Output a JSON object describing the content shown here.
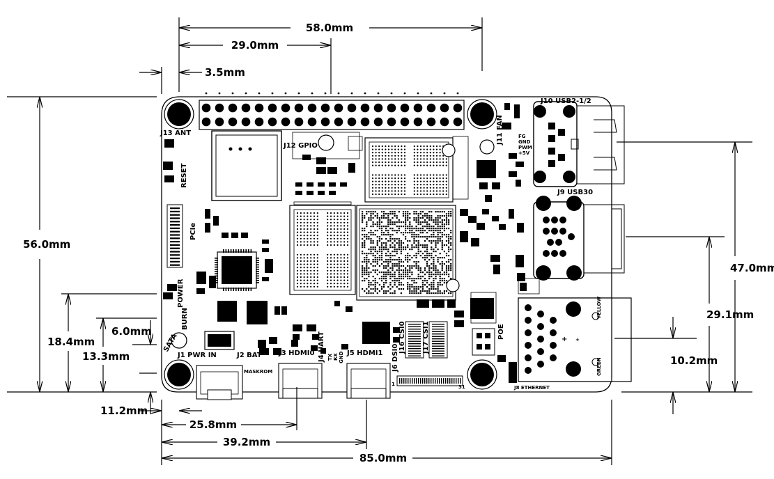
{
  "dimensions": {
    "top_58": "58.0mm",
    "top_29": "29.0mm",
    "top_3_5": "3.5mm",
    "left_56": "56.0mm",
    "left_18_4": "18.4mm",
    "left_13_3": "13.3mm",
    "left_6": "6.0mm",
    "bottom_11_2": "11.2mm",
    "bottom_25_8": "25.8mm",
    "bottom_39_2": "39.2mm",
    "bottom_85": "85.0mm",
    "right_47": "47.0mm",
    "right_29_1": "29.1mm",
    "right_10_2": "10.2mm"
  },
  "labels": {
    "j10": "J10  USB2-1/2",
    "j9": "J9 USB30",
    "j8": "J8 ETHERNET",
    "j13": "J13 ANT",
    "j12": "J12 GPIO",
    "j11": "J11 FAN",
    "fan_pins": [
      "FG",
      "GND",
      "PWM",
      "+5V"
    ],
    "reset": "RESET",
    "pcie": "PCIe",
    "power": "POWER",
    "burn": "BURN",
    "sata": "SATA",
    "j1": "J1 PWR IN",
    "j2": "J2 BAT",
    "maskrom": "MASKROM",
    "j3": "J3 HDMI0",
    "j4": "J4 UART",
    "uart_pins": [
      "TX",
      "RX",
      "GND"
    ],
    "j5": "J5 HDMI1",
    "j6": "J6 DSI0",
    "j16": "J16 CSI0",
    "j17": "J17 CSI1",
    "poe": "POE",
    "yellow": "YELLOW",
    "green": "GREEN",
    "pin1": "1",
    "pin31": "31"
  }
}
